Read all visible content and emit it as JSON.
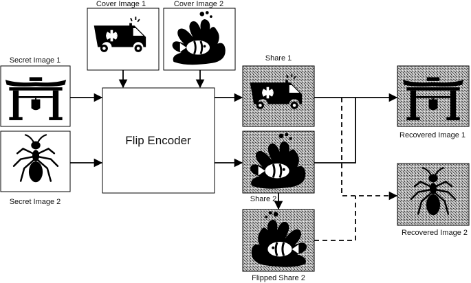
{
  "labels": {
    "cover_image_1": "Cover Image 1",
    "cover_image_2": "Cover Image 2",
    "secret_image_1": "Secret Image 1",
    "secret_image_2": "Secret Image 2",
    "encoder": "Flip Encoder",
    "share_1": "Share 1",
    "share_2": "Share 2",
    "flipped_share_2": "Flipped Share 2",
    "recovered_image_1": "Recovered Image 1",
    "recovered_image_2": "Recovered Image 2"
  },
  "icons": {
    "cover_image_1": "ambulance-icon",
    "cover_image_2": "clownfish-anemone-icon",
    "secret_image_1": "pagoda-gate-icon",
    "secret_image_2": "ant-icon"
  },
  "colors": {
    "line": "#000000",
    "share_background": "#9a9a9a",
    "icon_fill": "#000000"
  }
}
